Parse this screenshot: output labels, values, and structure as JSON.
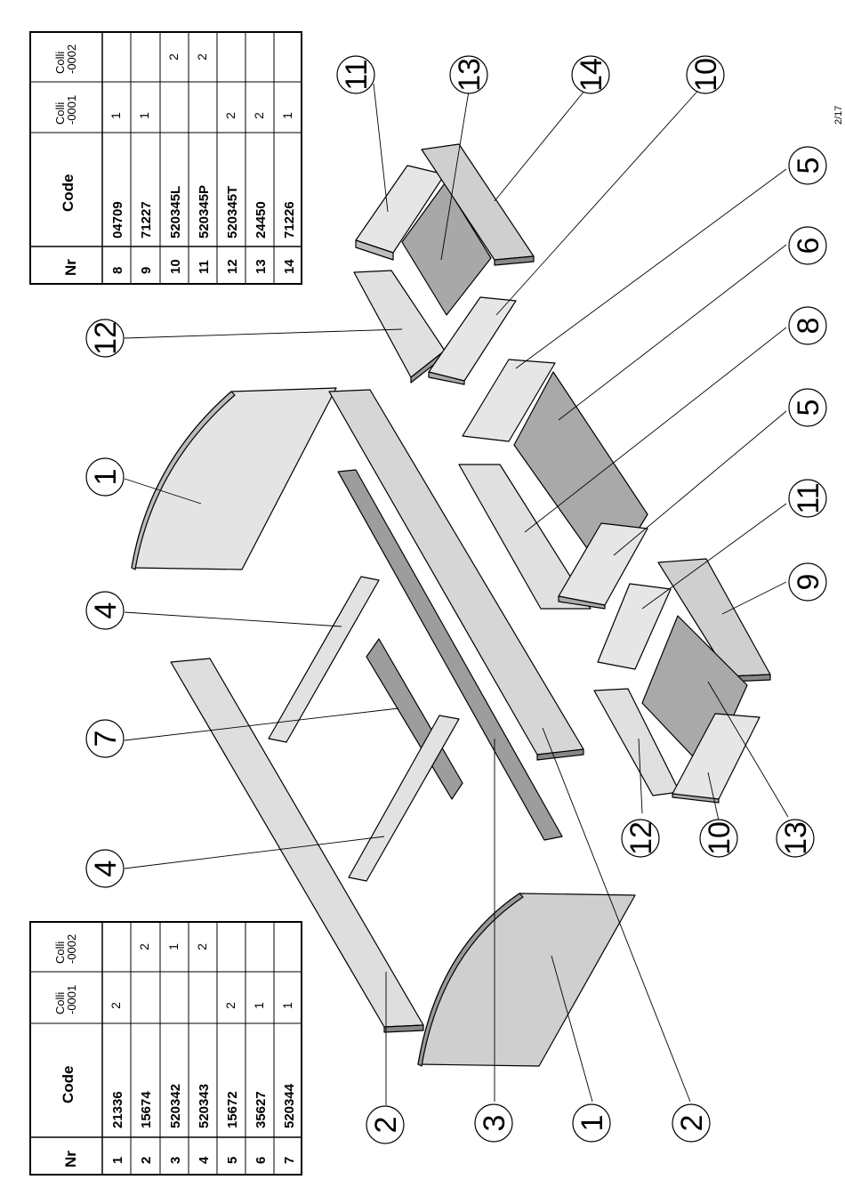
{
  "page_number": "2/17",
  "table_top": {
    "headers": {
      "nr": "Nr",
      "code": "Code",
      "colli_0001": "Colli\n-0001",
      "colli_0002": "Colli\n-0002"
    },
    "rows": [
      {
        "nr": "8",
        "code": "04709",
        "c1": "1",
        "c2": ""
      },
      {
        "nr": "9",
        "code": "71227",
        "c1": "1",
        "c2": ""
      },
      {
        "nr": "10",
        "code": "520345L",
        "c1": "",
        "c2": "2"
      },
      {
        "nr": "11",
        "code": "520345P",
        "c1": "",
        "c2": "2"
      },
      {
        "nr": "12",
        "code": "520345T",
        "c1": "2",
        "c2": ""
      },
      {
        "nr": "13",
        "code": "24450",
        "c1": "2",
        "c2": ""
      },
      {
        "nr": "14",
        "code": "71226",
        "c1": "1",
        "c2": ""
      }
    ]
  },
  "table_bottom": {
    "headers": {
      "nr": "Nr",
      "code": "Code",
      "colli_0001": "Colli\n-0001",
      "colli_0002": "Colli\n-0002"
    },
    "rows": [
      {
        "nr": "1",
        "code": "21336",
        "c1": "2",
        "c2": ""
      },
      {
        "nr": "2",
        "code": "15674",
        "c1": "",
        "c2": "2"
      },
      {
        "nr": "3",
        "code": "520342",
        "c1": "",
        "c2": "1"
      },
      {
        "nr": "4",
        "code": "520343",
        "c1": "",
        "c2": "2"
      },
      {
        "nr": "5",
        "code": "15672",
        "c1": "2",
        "c2": ""
      },
      {
        "nr": "6",
        "code": "35627",
        "c1": "1",
        "c2": ""
      },
      {
        "nr": "7",
        "code": "520344",
        "c1": "1",
        "c2": ""
      }
    ]
  },
  "callouts": [
    "11",
    "13",
    "14",
    "10",
    "5",
    "6",
    "8",
    "5",
    "11",
    "9",
    "12",
    "1",
    "4",
    "7",
    "4",
    "2",
    "3",
    "1",
    "2",
    "12",
    "10",
    "13"
  ],
  "colors": {
    "panel_light": "#e4e4e4",
    "panel_mid": "#cfcfcf",
    "panel_dark": "#a9a9a9",
    "line": "#000000"
  }
}
